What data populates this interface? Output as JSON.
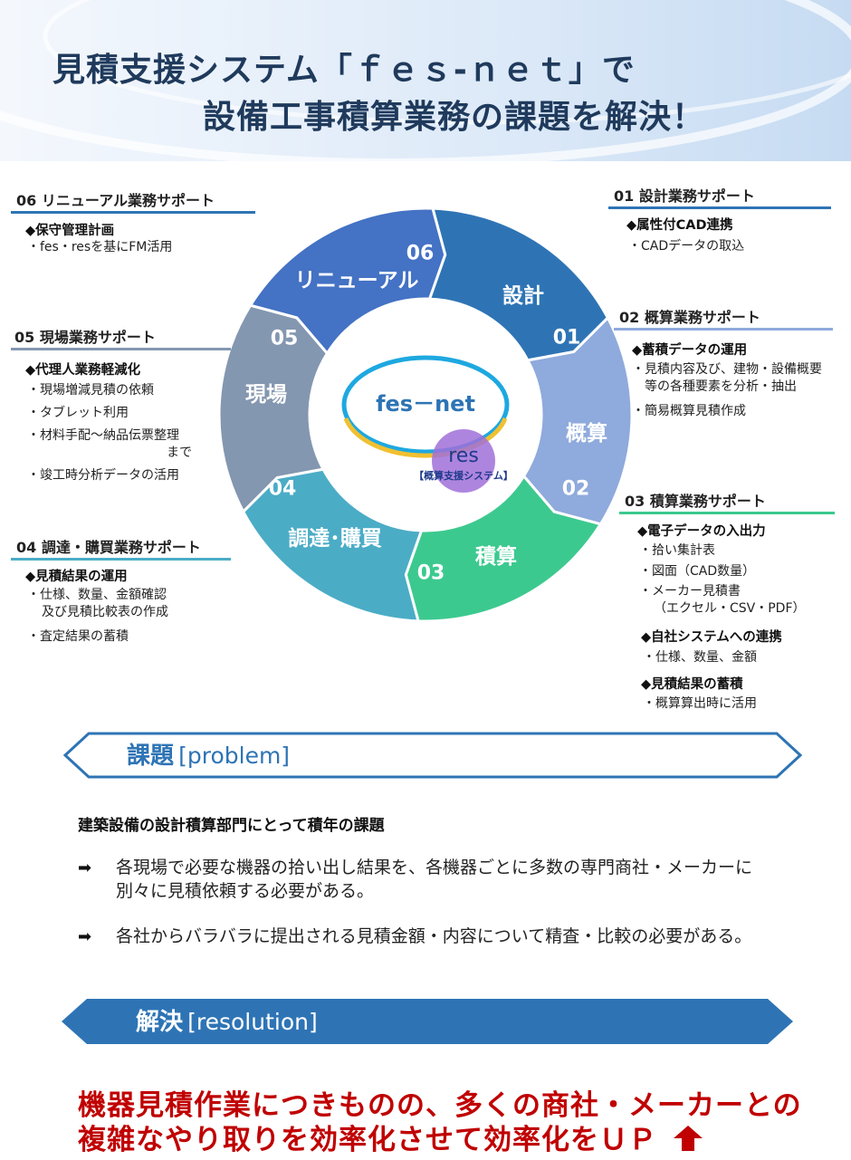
{
  "header": {
    "title_line1": "見積支援システム「ｆｅｓ-ｎｅｔ」で",
    "title_line2": "設備工事積算業務の課題を解決！"
  },
  "cycle": {
    "center_logo": "fes－net",
    "sub_logo": "res",
    "sub_caption": "【概算支援システム】",
    "segments": [
      {
        "num": "01",
        "label": "設計",
        "color": "#2e74b5"
      },
      {
        "num": "02",
        "label": "概算",
        "color": "#8faadc"
      },
      {
        "num": "03",
        "label": "積算",
        "color": "#3cc98f"
      },
      {
        "num": "04",
        "label": "調達･購買",
        "color": "#4bacc6"
      },
      {
        "num": "05",
        "label": "現場",
        "color": "#8497b0"
      },
      {
        "num": "06",
        "label": "リニューアル",
        "color": "#4472c4"
      }
    ]
  },
  "sections": {
    "s01": {
      "title": "01 設計業務サポート",
      "h1": "◆属性付CAD連携",
      "i1": "・CADデータの取込"
    },
    "s02": {
      "title": "02 概算業務サポート",
      "h1": "◆蓄積データの運用",
      "i1": "・見積内容及び、建物・設備概要",
      "i1b": "等の各種要素を分析・抽出",
      "i2": "・簡易概算見積作成"
    },
    "s03": {
      "title": "03 積算業務サポート",
      "h1": "◆電子データの入出力",
      "i1": "・拾い集計表",
      "i2": "・図面（CAD数量）",
      "i3": "・メーカー見積書",
      "i3b": "（エクセル・CSV・PDF）",
      "h2": "◆自社システムへの連携",
      "i4": "・仕様、数量、金額",
      "h3": "◆見積結果の蓄積",
      "i5": "・概算算出時に活用"
    },
    "s04": {
      "title": "04 調達・購買業務サポート",
      "h1": "◆見積結果の運用",
      "i1": "・仕様、数量、金額確認",
      "i1b": "及び見積比較表の作成",
      "i2": "・査定結果の蓄積"
    },
    "s05": {
      "title": "05 現場業務サポート",
      "h1": "◆代理人業務軽減化",
      "i1": "・現場増減見積の依頼",
      "i2": "・タブレット利用",
      "i3": "・材料手配～納品伝票整理",
      "i3b": "まで",
      "i4": "・竣工時分析データの活用"
    },
    "s06": {
      "title": "06 リニューアル業務サポート",
      "h1": "◆保守管理計画",
      "i1": "・fes・resを基にFM活用"
    }
  },
  "problem": {
    "label_jp": "課題",
    "label_en": "[problem]",
    "lead": "建築設備の設計積算部門にとって積年の課題",
    "arrow": "➡",
    "p1_line1": "各現場で必要な機器の拾い出し結果を、各機器ごとに多数の専門商社・メーカーに",
    "p1_line2": "別々に見積依頼する必要がある。",
    "p2": "各社からバラバラに提出される見積金額・内容について精査・比較の必要がある。"
  },
  "resolution": {
    "label_jp": "解決",
    "label_en": "[resolution]",
    "line1": "機器見積作業につきものの、多くの商社・メーカーとの",
    "line2": "複雑なやり取りを効率化させて効率化をＵＰ"
  }
}
